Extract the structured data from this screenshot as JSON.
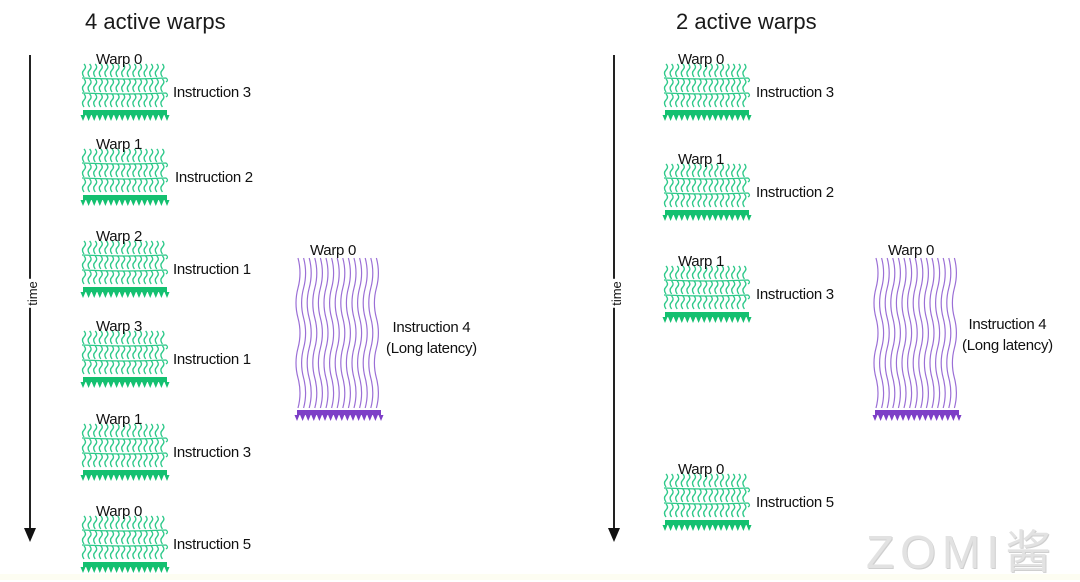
{
  "colors": {
    "active_warp": "#2ec98a",
    "active_warp_base": "#14c070",
    "long_latency_warp": "#9b6fd6",
    "long_latency_base": "#7d3fc7",
    "axis": "#222222",
    "watermark": "#dddddd"
  },
  "panels": [
    {
      "title": "4 active warps",
      "axis_label": "time",
      "active_blocks": [
        {
          "warp": "Warp 0",
          "instruction": "Instruction 3"
        },
        {
          "warp": "Warp 1",
          "instruction": "Instruction 2"
        },
        {
          "warp": "Warp 2",
          "instruction": "Instruction 1"
        },
        {
          "warp": "Warp 3",
          "instruction": "Instruction 1"
        },
        {
          "warp": "Warp 1",
          "instruction": "Instruction 3"
        },
        {
          "warp": "Warp 0",
          "instruction": "Instruction 5"
        }
      ],
      "long_latency": {
        "warp": "Warp 0",
        "instruction": "Instruction 4",
        "note": "(Long latency)"
      }
    },
    {
      "title": "2 active warps",
      "axis_label": "time",
      "active_blocks": [
        {
          "warp": "Warp 0",
          "instruction": "Instruction 3"
        },
        {
          "warp": "Warp 1",
          "instruction": "Instruction 2"
        },
        {
          "warp": "Warp 1",
          "instruction": "Instruction 3"
        },
        {
          "warp": "Warp 0",
          "instruction": "Instruction 5"
        }
      ],
      "long_latency": {
        "warp": "Warp 0",
        "instruction": "Instruction 4",
        "note": "(Long latency)"
      }
    }
  ],
  "watermark": "ZOMI酱"
}
